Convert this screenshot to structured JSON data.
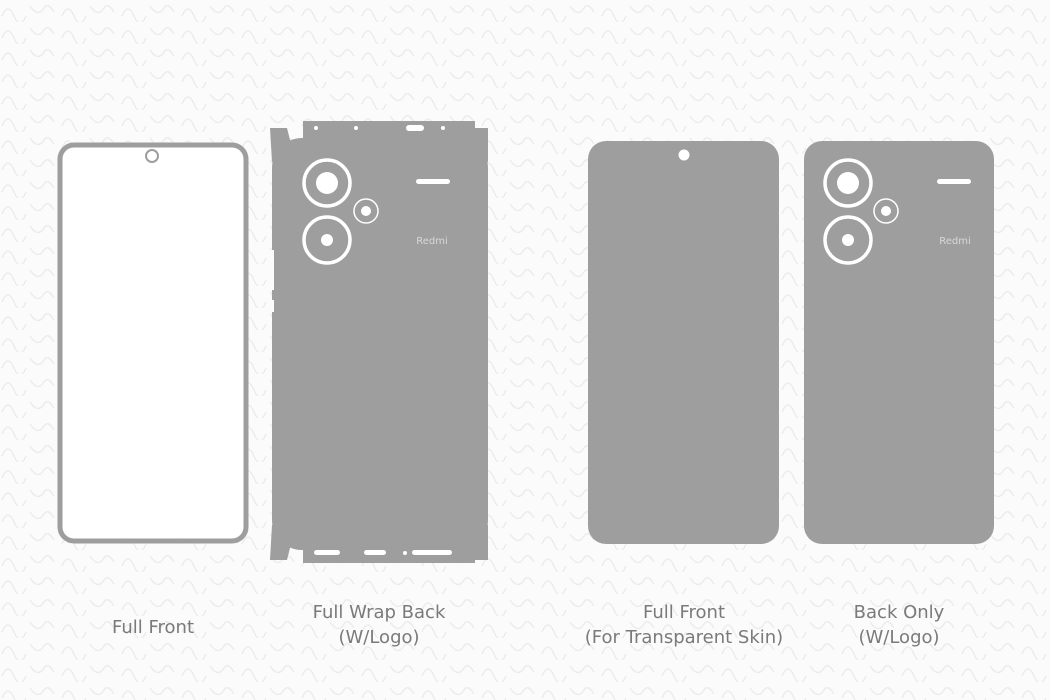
{
  "colors": {
    "background": "#fbfbfb",
    "skin": "#9e9e9e",
    "cutout": "#ffffff",
    "label": "#7a7a7a",
    "pattern": "#ececec"
  },
  "templates": [
    {
      "lines": [
        "Full Front"
      ]
    },
    {
      "lines": [
        "Full Wrap Back",
        "(W/Logo)"
      ],
      "logo": "Redmi"
    },
    {
      "lines": [
        "Full Front",
        "(For Transparent Skin)"
      ]
    },
    {
      "lines": [
        "Back Only",
        "(W/Logo)"
      ],
      "logo": "Redmi"
    }
  ]
}
